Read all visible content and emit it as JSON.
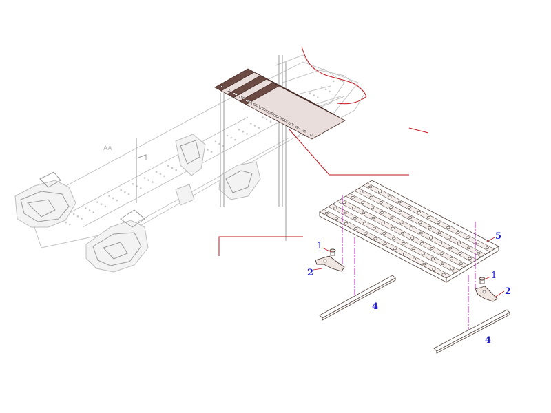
{
  "diagram": {
    "callouts": [
      {
        "id": "callout-1-left",
        "label": "1"
      },
      {
        "id": "callout-2-left",
        "label": "2"
      },
      {
        "id": "callout-4-left",
        "label": "4"
      },
      {
        "id": "callout-5",
        "label": "5"
      },
      {
        "id": "callout-1-right",
        "label": "1"
      },
      {
        "id": "callout-2-right",
        "label": "2"
      },
      {
        "id": "callout-4-right",
        "label": "4"
      }
    ],
    "colors": {
      "callout_text": "#1a1ad0",
      "leader_lines": "#c0141c",
      "center_lines": "#c020c0",
      "ghost_frame": "#c4c4c4",
      "part_outline": "#5a4a44"
    },
    "icons": [
      "bolt-icon",
      "bracket-icon"
    ]
  }
}
